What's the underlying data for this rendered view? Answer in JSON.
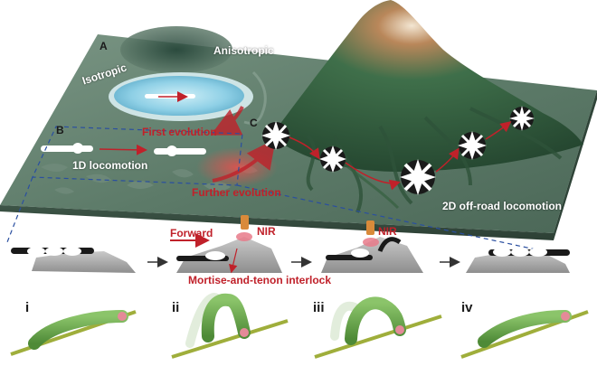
{
  "panels": {
    "a": "A",
    "b": "B",
    "c": "C"
  },
  "plate_labels": {
    "isotropic": "Isotropic",
    "anisotropic": "Anisotropic",
    "first_evolution": "First evolution",
    "one_d": "1D locomotion",
    "further_evolution": "Further evolution",
    "two_d": "2D off-road locomotion"
  },
  "steps": {
    "forward": "Forward",
    "nir_1": "NIR",
    "nir_2": "NIR",
    "interlock": "Mortise-and-tenon interlock"
  },
  "stages": [
    "i",
    "ii",
    "iii",
    "iv"
  ],
  "colors": {
    "plate": "#5e7c6b",
    "accent_red": "#c0212a",
    "link_dash": "#2a4fa0",
    "caterpillar": "#6aa84f",
    "branch": "#9fae3b",
    "rock": "#a9a9a9"
  }
}
